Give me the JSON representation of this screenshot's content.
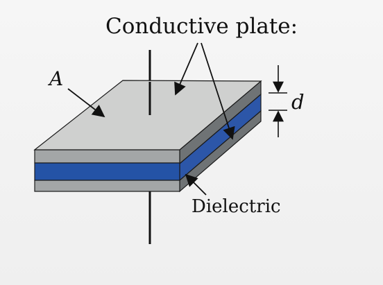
{
  "diagram": {
    "title_label": "Conductive plate:",
    "area_label": "A",
    "distance_label": "d",
    "dielectric_label": "Dielectric"
  },
  "colors": {
    "plate_top": "#cfd0cf",
    "plate_side": "#6f7375",
    "plate_front": "#a3a6a7",
    "dielectric_front": "#2453a6",
    "dielectric_side": "#2c56a8",
    "outline": "#1a1a1a",
    "text": "#111111",
    "background": "#f2f2f2"
  }
}
